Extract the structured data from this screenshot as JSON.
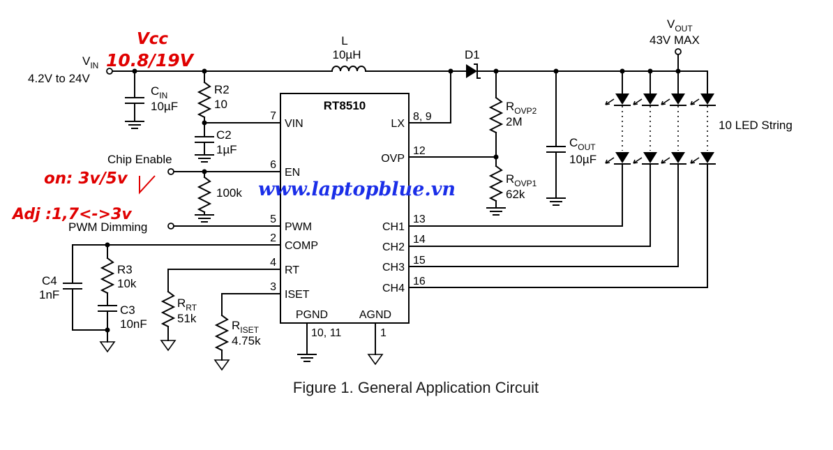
{
  "diagram": {
    "chip": {
      "name": "RT8510",
      "left_pins": [
        {
          "num": "7",
          "name": "VIN"
        },
        {
          "num": "6",
          "name": "EN"
        },
        {
          "num": "5",
          "name": "PWM"
        },
        {
          "num": "2",
          "name": "COMP"
        },
        {
          "num": "4",
          "name": "RT"
        },
        {
          "num": "3",
          "name": "ISET"
        }
      ],
      "right_pins": [
        {
          "num": "8, 9",
          "name": "LX"
        },
        {
          "num": "12",
          "name": "OVP"
        },
        {
          "num": "13",
          "name": "CH1"
        },
        {
          "num": "14",
          "name": "CH2"
        },
        {
          "num": "15",
          "name": "CH3"
        },
        {
          "num": "16",
          "name": "CH4"
        }
      ],
      "bottom_pins": [
        {
          "num": "10, 11",
          "name": "PGND"
        },
        {
          "num": "1",
          "name": "AGND"
        }
      ]
    },
    "vin": {
      "label": "V",
      "sub": "IN",
      "range": "4.2V to 24V"
    },
    "vout": {
      "label": "V",
      "sub": "OUT",
      "max": "43V MAX"
    },
    "inductor": {
      "ref": "L",
      "value": "10µH"
    },
    "diode": {
      "ref": "D1"
    },
    "components": {
      "cin": {
        "ref": "C",
        "sub": "IN",
        "value": "10µF"
      },
      "r2": {
        "ref": "R2",
        "value": "10"
      },
      "c2": {
        "ref": "C2",
        "value": "1µF"
      },
      "r_en": {
        "value": "100k"
      },
      "c4": {
        "ref": "C4",
        "value": "1nF"
      },
      "r3": {
        "ref": "R3",
        "value": "10k"
      },
      "c3": {
        "ref": "C3",
        "value": "10nF"
      },
      "rrt": {
        "ref": "R",
        "sub": "RT",
        "value": "51k"
      },
      "riset": {
        "ref": "R",
        "sub": "ISET",
        "value": "4.75k"
      },
      "rovp2": {
        "ref": "R",
        "sub": "OVP2",
        "value": "2M"
      },
      "rovp1": {
        "ref": "R",
        "sub": "OVP1",
        "value": "62k"
      },
      "cout": {
        "ref": "C",
        "sub": "OUT",
        "value": "10µF"
      }
    },
    "inputs": {
      "chip_enable": "Chip Enable",
      "pwm_dimming": "PWM Dimming"
    },
    "led_string": "10 LED String",
    "caption": "Figure 1. General Application Circuit"
  },
  "annotations": {
    "vcc": "Vcc",
    "vcc_value": "10.8/19V",
    "enable_note": "on: 3v/5v",
    "adj_note": "Adj :1,7<->3v",
    "watermark": "www.laptopblue.vn",
    "color": "#e00000",
    "watermark_color": "#1a2ee8"
  }
}
